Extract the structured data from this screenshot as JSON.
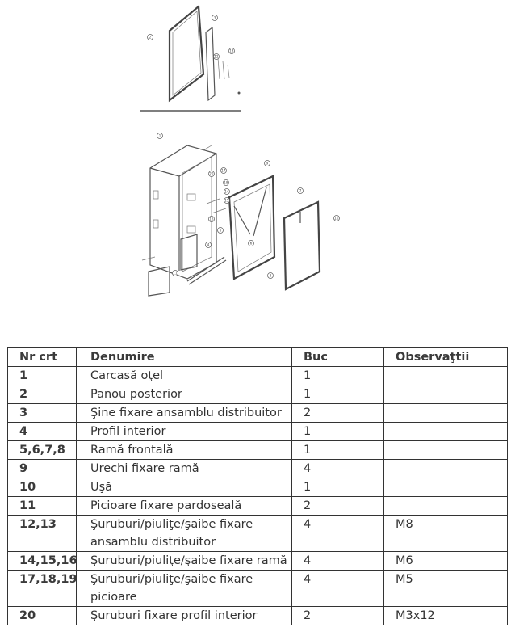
{
  "table": {
    "headers": [
      "Nr crt",
      "Denumire",
      "Buc",
      "Observaţtii"
    ],
    "rows": [
      {
        "nr": "1",
        "denumire": "Carcasă oţel",
        "buc": "1",
        "obs": ""
      },
      {
        "nr": "2",
        "denumire": "Panou posterior",
        "buc": "1",
        "obs": ""
      },
      {
        "nr": "3",
        "denumire": "Şine fixare ansamblu distribuitor",
        "buc": "2",
        "obs": ""
      },
      {
        "nr": "4",
        "denumire": "Profil interior",
        "buc": "1",
        "obs": ""
      },
      {
        "nr": "5,6,7,8",
        "denumire": "Ramă frontală",
        "buc": "1",
        "obs": ""
      },
      {
        "nr": "9",
        "denumire": "Urechi fixare ramă",
        "buc": "4",
        "obs": ""
      },
      {
        "nr": "10",
        "denumire": "Uşă",
        "buc": "1",
        "obs": ""
      },
      {
        "nr": "11",
        "denumire": "Picioare fixare pardoseală",
        "buc": "2",
        "obs": ""
      },
      {
        "nr": "12,13",
        "denumire": "Şuruburi/piuliţe/şaibe fixare ansamblu distribuitor",
        "buc": "4",
        "obs": "M8"
      },
      {
        "nr": "14,15,16",
        "denumire": "Şuruburi/piuliţe/şaibe fixare ramă",
        "buc": "4",
        "obs": "M6"
      },
      {
        "nr": "17,18,19",
        "denumire": "Şuruburi/piuliţe/şaibe fixare picioare",
        "buc": "4",
        "obs": "M5"
      },
      {
        "nr": "20",
        "denumire": "Şuruburi fixare profil interior",
        "buc": "2",
        "obs": "M3x12"
      }
    ]
  },
  "drawing_callouts": {
    "top": [
      "2",
      "3",
      "12",
      "13"
    ],
    "bottom": [
      "1",
      "20",
      "17",
      "18",
      "16",
      "15",
      "14",
      "9",
      "7",
      "10",
      "5",
      "6",
      "4",
      "8",
      "11"
    ]
  }
}
